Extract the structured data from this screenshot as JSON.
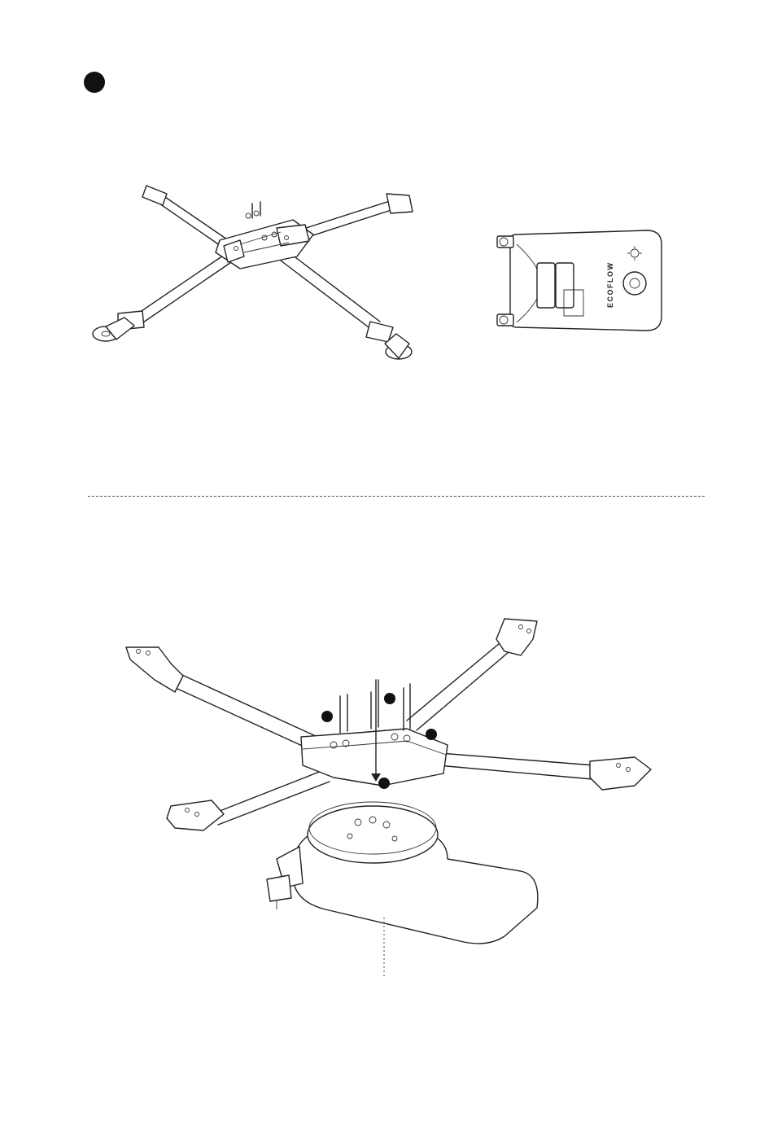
{
  "header": {
    "step_badge_icon": "filled-circle-step-marker"
  },
  "figures": {
    "frame_top_view": {
      "icon": "quadcopter-x-frame-drawing"
    },
    "battery_plate": {
      "icon": "battery-mount-plate-drawing",
      "brand_text": "ECOFLOW"
    },
    "assembly": {
      "icon": "frame-mount-assembly-drawing",
      "callout_count": 4
    }
  },
  "colors": {
    "ink": "#222222",
    "background": "#ffffff",
    "callout": "#111111"
  }
}
